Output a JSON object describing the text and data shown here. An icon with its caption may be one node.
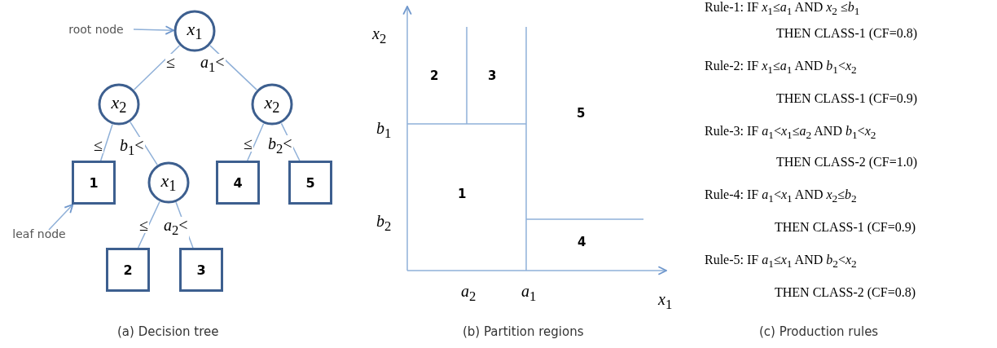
{
  "diagram": {
    "nodes": [
      {
        "text": [
          "root node"
        ]
      },
      {
        "text": [
          "*x*$_{1}$"
        ]
      },
      {
        "text": [
          "*x*$_{2}$"
        ]
      },
      {
        "text": [
          "*x*$_{2}$"
        ]
      },
      {
        "text": [
          "1"
        ]
      },
      {
        "text": [
          "*x*$_{1}$"
        ]
      },
      {
        "text": [
          "4"
        ]
      },
      {
        "text": [
          "5"
        ]
      },
      {
        "text": [
          "leaf node"
        ]
      },
      {
        "text": [
          "2"
        ]
      },
      {
        "text": [
          "3"
        ]
      }
    ],
    "edges": [
      {
        "from": 0,
        "to": 1,
        "arrow": "to"
      },
      {
        "from": 1,
        "to": 2,
        "arrow": "none",
        "label": "≤"
      },
      {
        "from": 1,
        "to": 3,
        "arrow": "none",
        "label": "*a*$_{1}$<"
      },
      {
        "from": 2,
        "to": 4,
        "arrow": "none",
        "label": "≤"
      },
      {
        "from": 2,
        "to": 5,
        "arrow": "none",
        "label": "*b*$_{1}$<"
      },
      {
        "from": 3,
        "to": 6,
        "arrow": "none",
        "label": "≤"
      },
      {
        "from": 3,
        "to": 7,
        "arrow": "none",
        "label": "*b*$_{2}$<"
      },
      {
        "from": 8,
        "to": 4,
        "arrow": "to"
      },
      {
        "from": 5,
        "to": 9,
        "arrow": "none",
        "label": "≤"
      },
      {
        "from": 5,
        "to": 10,
        "arrow": "none",
        "label": "*a*$_{2}$<"
      }
    ],
    "labels": [
      "*x*$_{2}$",
      "*b*$_{1}$",
      "*b*$_{2}$",
      "*a*$_{2}$",
      "*a*$_{1}$",
      "*x*$_{1}$",
      "2",
      "3",
      "5",
      "1",
      "4",
      "Rule-1:  IF *x*$_{1}$≤*a*$_{1}$ AND *x*$_{2}$ ≤*b*$_{1}$",
      "THEN CLASS-1 (CF=0.8)",
      "Rule-2:  IF *x*$_{1}$≤*a*$_{1}$ AND *b*$_{1}$<*x*$_{2}$",
      "THEN CLASS-1 (CF=0.9)",
      "Rule-3:  IF *a*$_{1}$<*x*$_{1}$≤*a*$_{2}$  AND *b*$_{1}$<*x*$_{2}$",
      "THEN CLASS-2 (CF=1.0)",
      "Rule-4:  IF *a*$_{1}$<*x*$_{1}$ AND *x*$_{2}$≤*b*$_{2}$",
      "THEN CLASS-1 (CF=0.9)",
      "Rule-5:  IF *a*$_{1}$≤*x*$_{1}$ AND *b*$_{2}$<*x*$_{2}$",
      "THEN CLASS-2 (CF=0.8)",
      "(a) Decision tree",
      "(b) Partition regions",
      "(c) Production rules"
    ]
  }
}
